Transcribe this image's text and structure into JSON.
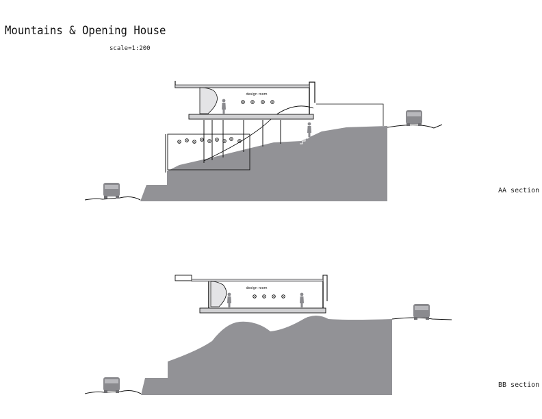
{
  "title": "Mountains & Opening House",
  "scale": "scale=1:200",
  "sections": [
    {
      "label": "AA section",
      "room_label": "design room"
    },
    {
      "label": "BB section",
      "room_label": "design room"
    }
  ],
  "colors": {
    "ground": "#929296",
    "line": "#111111",
    "slab": "#d0d0d2",
    "background": "#ffffff"
  }
}
